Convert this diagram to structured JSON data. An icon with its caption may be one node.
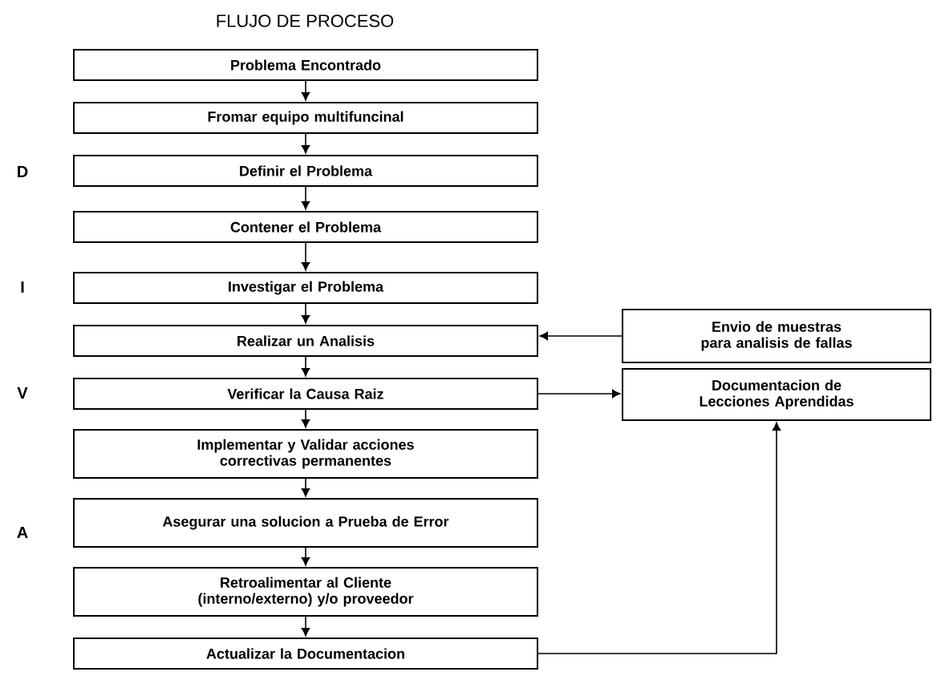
{
  "diagram": {
    "title": "FLUJO DE PROCESO",
    "nodes": [
      {
        "text": [
          "Problema Encontrado"
        ]
      },
      {
        "text": [
          "Fromar equipo multifuncinal"
        ]
      },
      {
        "text": [
          "Definir el Problema"
        ]
      },
      {
        "text": [
          "Contener el Problema"
        ]
      },
      {
        "text": [
          "Investigar el Problema"
        ]
      },
      {
        "text": [
          "Realizar un Analisis"
        ]
      },
      {
        "text": [
          "Verificar la Causa Raiz"
        ]
      },
      {
        "text": [
          "Implementar y Validar acciones correctivas permanentes"
        ]
      },
      {
        "text": [
          "Asegurar una solucion a Prueba de Error"
        ]
      },
      {
        "text": [
          "Retroalimentar al Cliente (interno/externo) y/o proveedor"
        ]
      },
      {
        "text": [
          "Actualizar la Documentacion"
        ]
      },
      {
        "text": [
          "Envio de muestras para analisis de fallas"
        ]
      },
      {
        "text": [
          "Documentacion de Lecciones Aprendidas"
        ]
      }
    ],
    "edges": [
      {
        "from": 0,
        "to": 1,
        "arrow": "to"
      },
      {
        "from": 1,
        "to": 2,
        "arrow": "to"
      },
      {
        "from": 2,
        "to": 3,
        "arrow": "to"
      },
      {
        "from": 3,
        "to": 4,
        "arrow": "to"
      },
      {
        "from": 4,
        "to": 5,
        "arrow": "to"
      },
      {
        "from": 5,
        "to": 6,
        "arrow": "to"
      },
      {
        "from": 6,
        "to": 7,
        "arrow": "to"
      },
      {
        "from": 7,
        "to": 8,
        "arrow": "to"
      },
      {
        "from": 8,
        "to": 9,
        "arrow": "to"
      },
      {
        "from": 9,
        "to": 10,
        "arrow": "to"
      },
      {
        "from": 11,
        "to": 5,
        "arrow": "to"
      },
      {
        "from": 6,
        "to": 12,
        "arrow": "to"
      },
      {
        "from": 10,
        "to": 12,
        "arrow": "to"
      }
    ],
    "labels": [
      "D",
      "I",
      "V",
      "A"
    ]
  }
}
